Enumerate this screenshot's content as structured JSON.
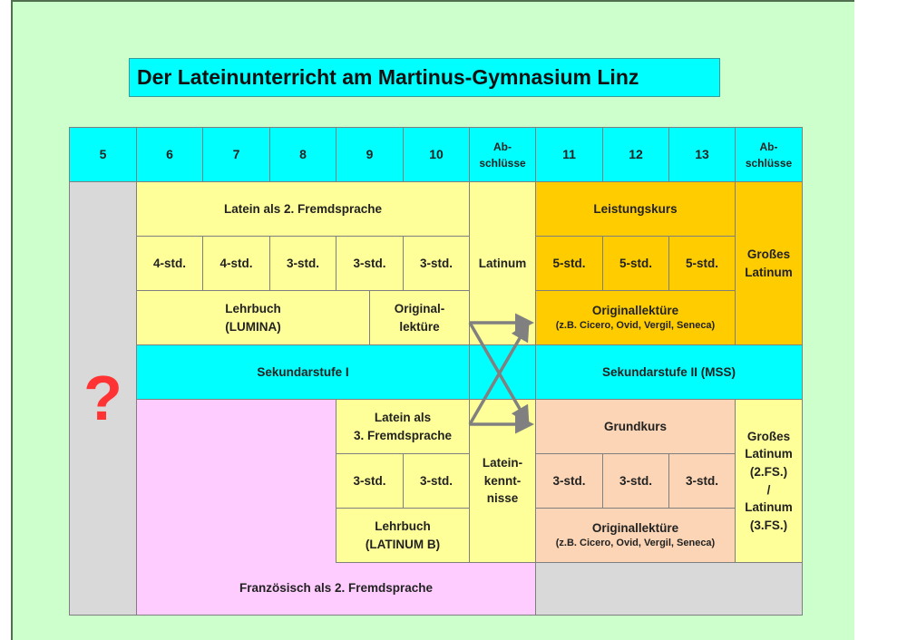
{
  "title": "Der Lateinunterricht am Martinus-Gymnasium Linz",
  "header": [
    "5",
    "6",
    "7",
    "8",
    "9",
    "10",
    "Ab-\nschlüsse",
    "11",
    "12",
    "13",
    "Ab-\nschlüsse"
  ],
  "question_mark": "?",
  "upper": {
    "latin2": "Latein als 2. Fremdsprache",
    "hours": [
      "4-std.",
      "4-std.",
      "3-std.",
      "3-std.",
      "3-std."
    ],
    "textbook": "Lehrbuch\n(LUMINA)",
    "original": "Original-\nlektüre",
    "latinum": "Latinum",
    "lk": "Leistungskurs",
    "lk_hours": [
      "5-std.",
      "5-std.",
      "5-std."
    ],
    "lk_reading": "Originallektüre",
    "lk_reading_sub": "(z.B. Cicero, Ovid, Vergil, Seneca)",
    "grosses_latinum": "Großes\nLatinum"
  },
  "middle": {
    "sek1": "Sekundarstufe I",
    "sek2": "Sekundarstufe II (MSS)"
  },
  "lower": {
    "latin3": "Latein als\n3. Fremdsprache",
    "hours": [
      "3-std.",
      "3-std."
    ],
    "textbook": "Lehrbuch\n(LATINUM B)",
    "kenntnisse": "Latein-\nkennt-\nnisse",
    "gk": "Grundkurs",
    "gk_hours": [
      "3-std.",
      "3-std.",
      "3-std."
    ],
    "gk_reading": "Originallektüre",
    "gk_reading_sub": "(z.B. Cicero, Ovid, Vergil, Seneca)",
    "abschluss": "Großes\nLatinum\n(2.FS.)\n/\nLatinum\n(3.FS.)",
    "french": "Französisch als 2. Fremdsprache"
  },
  "colors": {
    "cyan": "#00ffff",
    "yellow": "#ffff99",
    "orange": "#ffcc00",
    "peach": "#fbd5b5",
    "pink": "#ffccff",
    "gray": "#d9d9d9",
    "arrow": "#808080"
  }
}
